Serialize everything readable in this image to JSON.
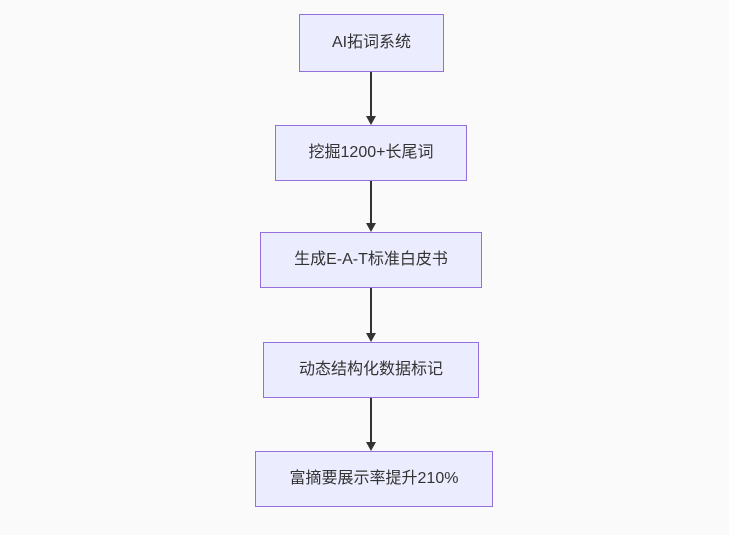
{
  "diagram": {
    "type": "flowchart",
    "direction": "top-down",
    "colors": {
      "background": "#fafafa",
      "node_fill": "#ececff",
      "node_border": "#9370db",
      "text_color": "#333333",
      "arrow_color": "#333333"
    },
    "nodes": [
      {
        "id": "n1",
        "label": "AI拓词系统"
      },
      {
        "id": "n2",
        "label": "挖掘1200+长尾词"
      },
      {
        "id": "n3",
        "label": "生成E-A-T标准白皮书"
      },
      {
        "id": "n4",
        "label": "动态结构化数据标记"
      },
      {
        "id": "n5",
        "label": "富摘要展示率提升210%"
      }
    ],
    "edges": [
      {
        "from": "n1",
        "to": "n2"
      },
      {
        "from": "n2",
        "to": "n3"
      },
      {
        "from": "n3",
        "to": "n4"
      },
      {
        "from": "n4",
        "to": "n5"
      }
    ]
  }
}
